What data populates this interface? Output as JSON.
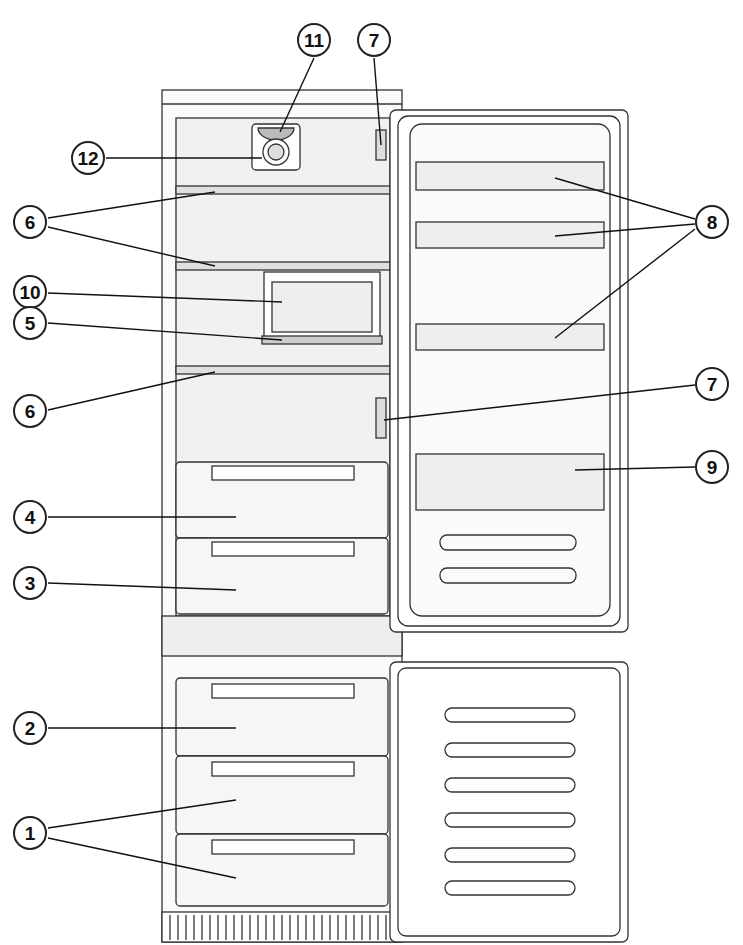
{
  "diagram": {
    "labels": [
      "11",
      "7",
      "12",
      "6",
      "8",
      "10",
      "5",
      "7",
      "6",
      "9",
      "4",
      "3",
      "2",
      "1"
    ]
  }
}
